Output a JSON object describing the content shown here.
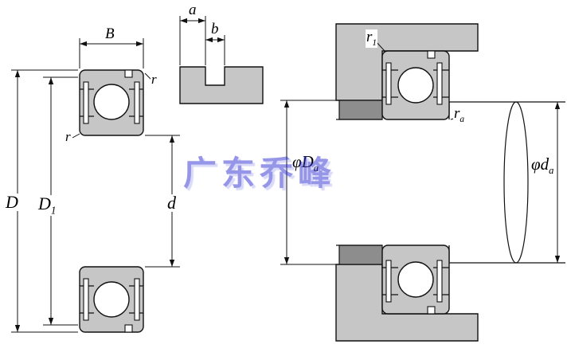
{
  "watermark": {
    "text": "广东乔峰",
    "color": "#2f2fd3"
  },
  "colors": {
    "part_fill": "#c6c6c6",
    "dark_fill": "#8d8d8d",
    "line": "#111111"
  },
  "left_view": {
    "description": "bearing cross-section",
    "labels": {
      "B": {
        "main": "B"
      },
      "D": {
        "main": "D"
      },
      "D1": {
        "main": "D",
        "sub": "1"
      },
      "d": {
        "main": "d"
      },
      "r_top": {
        "main": "r"
      },
      "r_side": {
        "main": "r"
      }
    }
  },
  "groove_detail": {
    "description": "snap-ring groove detail",
    "labels": {
      "a": {
        "main": "a"
      },
      "b": {
        "main": "b"
      }
    }
  },
  "right_view": {
    "description": "bearing mounted on shaft in housing",
    "labels": {
      "r1": {
        "main": "r",
        "sub": "1"
      },
      "ra": {
        "main": "r",
        "sub": "a"
      },
      "Da": {
        "main": "φD",
        "sub": "a"
      },
      "da": {
        "main": "φd",
        "sub": "a"
      }
    }
  }
}
